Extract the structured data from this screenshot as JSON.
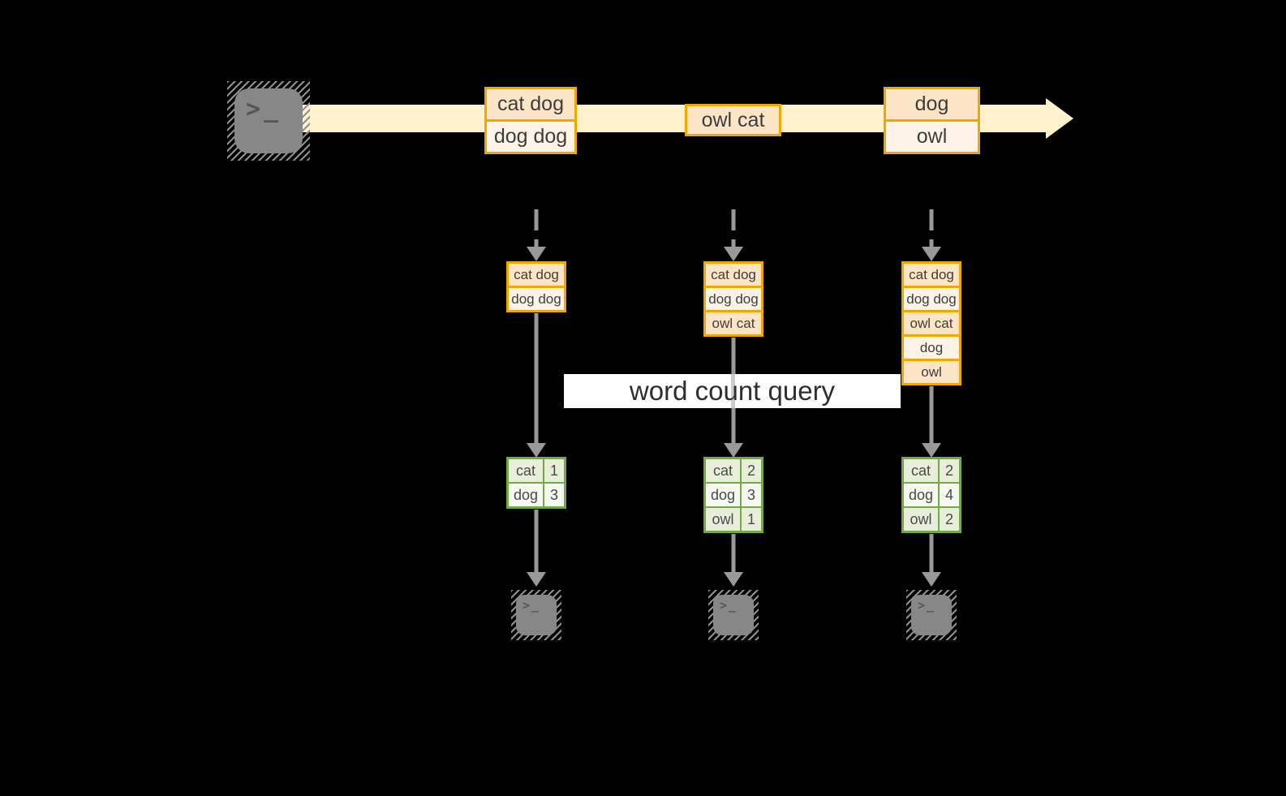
{
  "query_label": "word count query",
  "stream": {
    "batches": [
      {
        "cells": [
          "cat dog",
          "dog dog"
        ]
      },
      {
        "cells": [
          "owl cat"
        ]
      },
      {
        "cells": [
          "dog",
          "owl"
        ]
      }
    ]
  },
  "columns": [
    {
      "state": [
        "cat dog",
        "dog dog"
      ],
      "counts": [
        {
          "word": "cat",
          "count": "1"
        },
        {
          "word": "dog",
          "count": "3"
        }
      ]
    },
    {
      "state": [
        "cat dog",
        "dog dog",
        "owl cat"
      ],
      "counts": [
        {
          "word": "cat",
          "count": "2"
        },
        {
          "word": "dog",
          "count": "3"
        },
        {
          "word": "owl",
          "count": "1"
        }
      ]
    },
    {
      "state": [
        "cat dog",
        "dog dog",
        "owl cat",
        "dog",
        "owl"
      ],
      "counts": [
        {
          "word": "cat",
          "count": "2"
        },
        {
          "word": "dog",
          "count": "4"
        },
        {
          "word": "owl",
          "count": "2"
        }
      ]
    }
  ],
  "icons": {
    "prompt_glyph": ">_",
    "source": "terminal-icon",
    "sinks": [
      "terminal-icon",
      "terminal-icon",
      "terminal-icon"
    ]
  },
  "colors": {
    "background": "#000000",
    "stream_band": "#fff2cc",
    "cell_peach": "#fce5c7",
    "cell_cream": "#fdf3e6",
    "box_border": "#eda900",
    "table_border": "#74a943",
    "table_cell_green": "#e7efda",
    "table_cell_light": "#f4f8ee",
    "arrow_gray": "#999999",
    "icon_gray": "#878787",
    "text_dark": "#3d3d3d",
    "query_bg": "#ffffff"
  }
}
